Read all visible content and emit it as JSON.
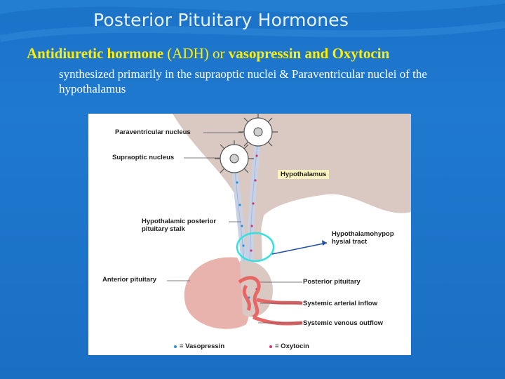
{
  "slide": {
    "title": "Posterior Pituitary Hormones",
    "subtitle": {
      "part1": "Antidiuretic hormone",
      "part2": " (ADH) or ",
      "part3": "vasopressin and Oxytocin"
    },
    "body": "synthesized primarily in the supraoptic nuclei & Paraventricular nuclei of the hypothalamus"
  },
  "figure": {
    "labels": {
      "paraventricular": "Paraventricular nucleus",
      "supraoptic": "Supraoptic nucleus",
      "hypothalamus": "Hypothalamus",
      "stalk": "Hypothalamic posterior pituitary stalk",
      "tract": "Hypothalamohypop hysial tract",
      "anterior": "Anterior pituitary",
      "posterior": "Posterior pituitary",
      "arterial": "Systemic arterial inflow",
      "venous": "Systemic venous outflow"
    },
    "legend": {
      "vasopressin": "= Vasopressin",
      "oxytocin": "= Oxytocin"
    },
    "colors": {
      "vasopressin_dot": "#2b8fd6",
      "oxytocin_dot": "#d6336a",
      "tissue": "#d9c9c2",
      "anterior_lobe": "#e9b3ad",
      "vessel": "#e76767",
      "highlight_ring": "#34e0e0",
      "arrow": "#1f4fa6"
    }
  }
}
